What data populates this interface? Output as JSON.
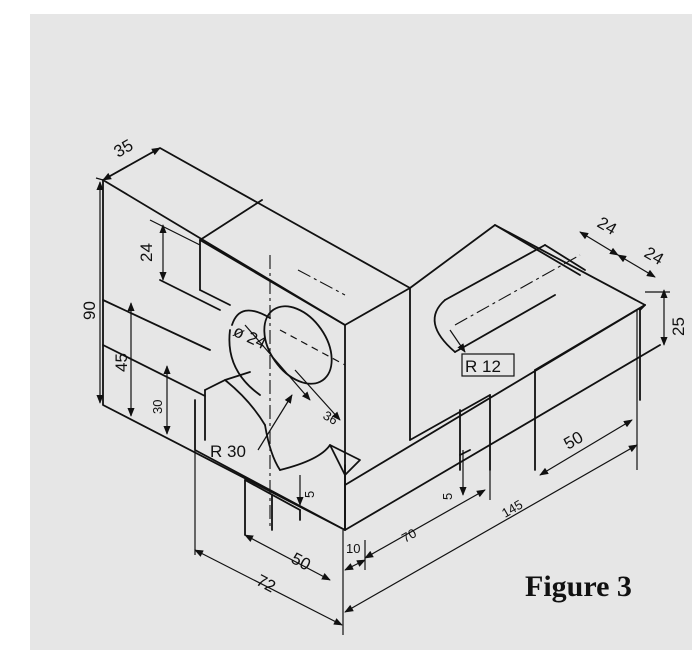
{
  "caption": "Figure 3",
  "dimensions": {
    "d35": "35",
    "d24_top_left": "24",
    "d90": "90",
    "d45": "45",
    "d30": "30",
    "dia24": "ø 24",
    "r30": "R 30",
    "d36": "36",
    "d5_left": "5",
    "d50_bottom": "50",
    "d72": "72",
    "d10": "10",
    "d70": "70",
    "d145": "145",
    "d5_right": "5",
    "d50_right": "50",
    "d25": "25",
    "d24_right_a": "24",
    "d24_right_b": "24",
    "r12": "R 12"
  }
}
